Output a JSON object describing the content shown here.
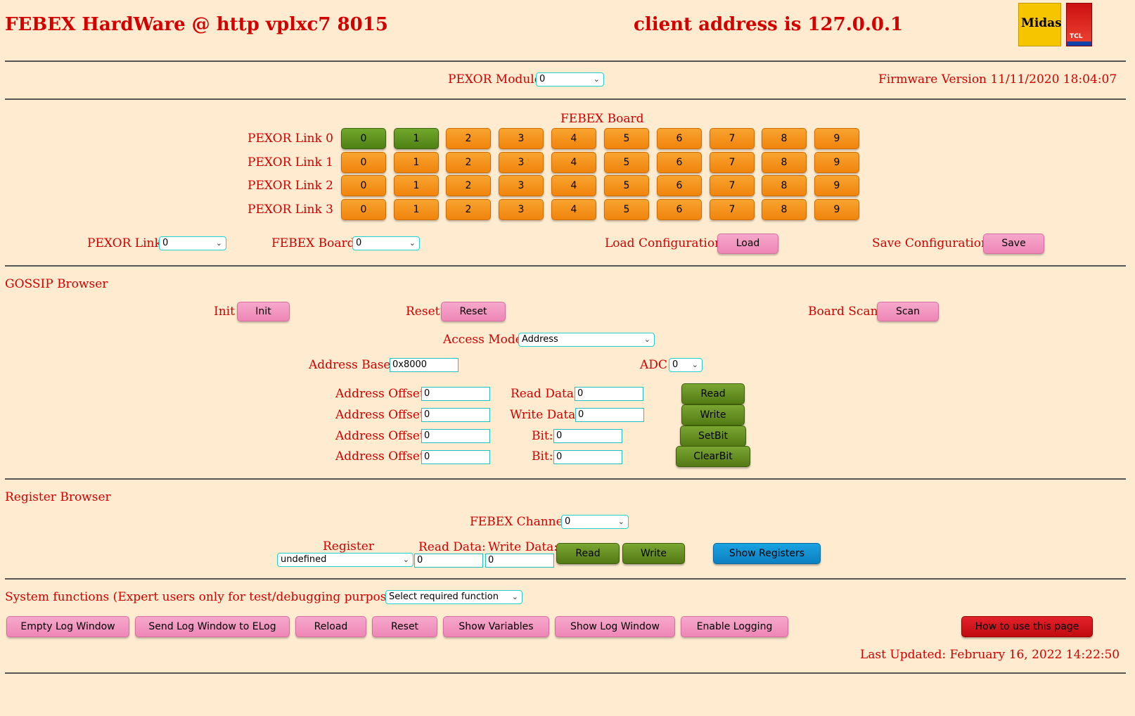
{
  "header": {
    "title": "FEBEX HardWare @ http vplxc7 8015",
    "client": "client address is 127.0.0.1",
    "logo_midas": "Midas",
    "logo_tcl": "TCL"
  },
  "pexor_module": {
    "label": "PEXOR Module",
    "value": "0"
  },
  "firmware": "Firmware Version 11/11/2020 18:04:07",
  "board_grid": {
    "title": "FEBEX Board",
    "rows": [
      {
        "label": "PEXOR Link 0",
        "active": [
          0,
          1
        ]
      },
      {
        "label": "PEXOR Link 1",
        "active": []
      },
      {
        "label": "PEXOR Link 2",
        "active": []
      },
      {
        "label": "PEXOR Link 3",
        "active": []
      }
    ],
    "board_labels": [
      "0",
      "1",
      "2",
      "3",
      "4",
      "5",
      "6",
      "7",
      "8",
      "9"
    ],
    "colors": {
      "active": "#5a8c1c",
      "inactive": "#f39018"
    }
  },
  "config": {
    "link_label": "PEXOR Link",
    "link_value": "0",
    "board_label": "FEBEX Board",
    "board_value": "0",
    "load_label": "Load Configuration",
    "load_btn": "Load",
    "save_label": "Save Configuration",
    "save_btn": "Save"
  },
  "gossip": {
    "title": "GOSSIP Browser",
    "init_label": "Init",
    "init_btn": "Init",
    "reset_label": "Reset",
    "reset_btn": "Reset",
    "scan_label": "Board Scan",
    "scan_btn": "Scan",
    "access_label": "Access Mode",
    "access_value": "Address",
    "base_label": "Address Base:",
    "base_value": "0x8000",
    "adc_label": "ADC",
    "adc_value": "0",
    "offset_label": "Address Offset:",
    "rows": [
      {
        "offset": "0",
        "data_label": "Read Data:",
        "data": "0",
        "btn": "Read"
      },
      {
        "offset": "0",
        "data_label": "Write Data:",
        "data": "0",
        "btn": "Write"
      },
      {
        "offset": "0",
        "data_label": "Bit:",
        "data": "0",
        "btn": "SetBit"
      },
      {
        "offset": "0",
        "data_label": "Bit:",
        "data": "0",
        "btn": "ClearBit"
      }
    ]
  },
  "register": {
    "title": "Register Browser",
    "channel_label": "FEBEX Channel",
    "channel_value": "0",
    "reg_label": "Register",
    "reg_value": "undefined",
    "read_label": "Read Data:",
    "read_value": "0",
    "write_label": "Write Data:",
    "write_value": "0",
    "read_btn": "Read",
    "write_btn": "Write",
    "show_btn": "Show Registers"
  },
  "system": {
    "label": "System functions (Expert users only for test/debugging purposes!!!)",
    "select": "Select required function",
    "buttons": [
      "Empty Log Window",
      "Send Log Window to ELog",
      "Reload",
      "Reset",
      "Show Variables",
      "Show Log Window",
      "Enable Logging"
    ],
    "help_btn": "How to use this page"
  },
  "last_updated": "Last Updated: February 16, 2022 14:22:50"
}
